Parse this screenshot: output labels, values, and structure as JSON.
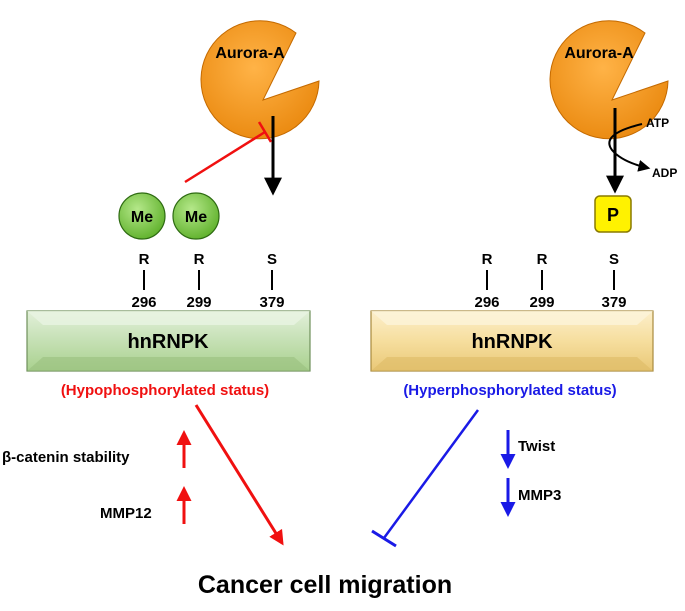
{
  "left_panel": {
    "kinase_label": "Aurora-A",
    "methyl_labels": [
      "Me",
      "Me"
    ],
    "sites": [
      {
        "residue": "R",
        "number": "296"
      },
      {
        "residue": "R",
        "number": "299"
      },
      {
        "residue": "S",
        "number": "379"
      }
    ],
    "protein_label": "hnRNPK",
    "status_label": "(Hypophosphorylated status)",
    "effects": [
      {
        "label": "β-catenin stability",
        "direction": "up"
      },
      {
        "label": "MMP12",
        "direction": "up"
      }
    ]
  },
  "right_panel": {
    "kinase_label": "Aurora-A",
    "atp_label": "ATP",
    "adp_label": "ADP",
    "phospho_label": "P",
    "sites": [
      {
        "residue": "R",
        "number": "296"
      },
      {
        "residue": "R",
        "number": "299"
      },
      {
        "residue": "S",
        "number": "379"
      }
    ],
    "protein_label": "hnRNPK",
    "status_label": "(Hyperphosphorylated status)",
    "effects": [
      {
        "label": "Twist",
        "direction": "down"
      },
      {
        "label": "MMP3",
        "direction": "down"
      }
    ]
  },
  "outcome_label": "Cancer cell migration",
  "colors": {
    "kinase_fill": "#F0900C",
    "kinase_stroke": "#C46A00",
    "methyl_fill": "#7CCB3C",
    "left_box_fill": "#C5E0B4",
    "right_box_fill": "#F6DE9E",
    "phospho_fill": "#FFF200",
    "red": "#F01010",
    "blue": "#1A1AE6"
  }
}
